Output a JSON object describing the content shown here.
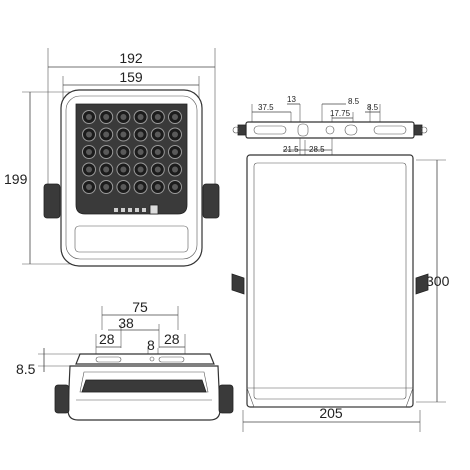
{
  "front_view": {
    "overall_width": "192",
    "bezel_width": "159",
    "height": "199",
    "led_rows": 5,
    "led_cols": 6
  },
  "top_view": {
    "dim_37_5": "37.5",
    "dim_13": "13",
    "dim_8_5_a": "8.5",
    "dim_17_75": "17.75",
    "dim_8_5_b": "8.5",
    "dim_21_5": "21.5",
    "dim_28_5": "28.5"
  },
  "side_view": {
    "height": "300",
    "width": "205"
  },
  "bottom_view": {
    "dim_75": "75",
    "dim_38": "38",
    "dim_28_left": "28",
    "dim_28_right": "28",
    "dim_8": "8",
    "dim_8_5": "8.5"
  },
  "colors": {
    "line": "#444444",
    "housing": "#3a3a3a",
    "led": "#1c1c1c"
  }
}
